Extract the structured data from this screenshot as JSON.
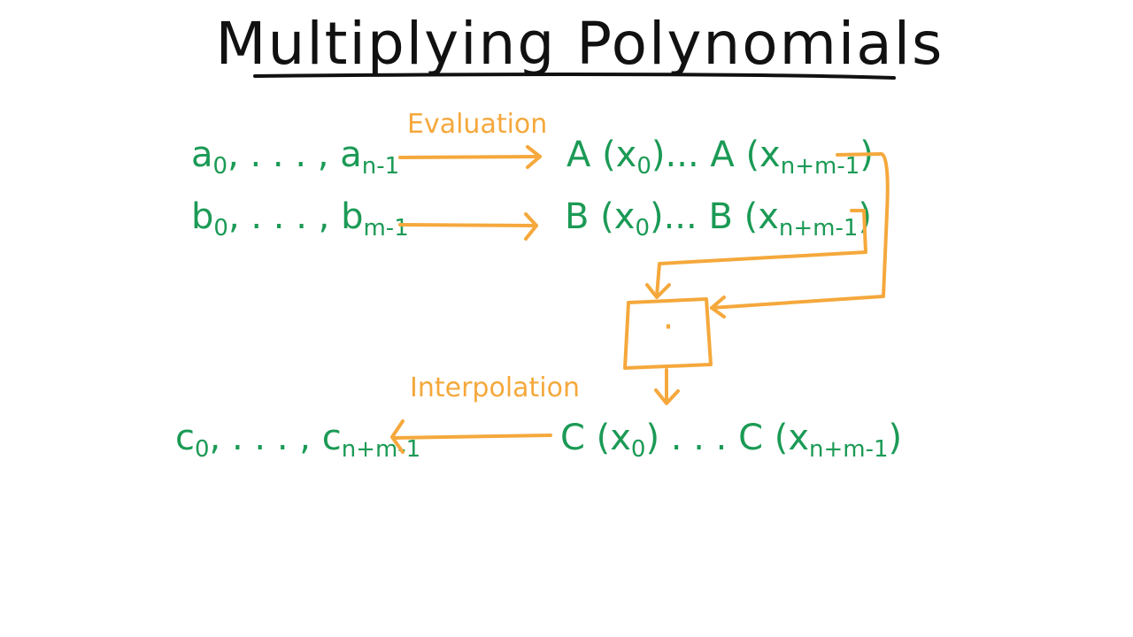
{
  "title": "Multiplying Polynomials",
  "labels": {
    "evaluation": "Evaluation",
    "interpolation": "Interpolation"
  },
  "operator": "·",
  "terms": {
    "a": {
      "base": "a",
      "first": "0",
      "sep": ", . . . , ",
      "last": "n-1"
    },
    "b": {
      "base": "b",
      "first": "0",
      "sep": ", . . . , ",
      "last": "m-1"
    },
    "c": {
      "base": "c",
      "first": "0",
      "sep": ", . . . , ",
      "last": "n+m-1"
    },
    "A": {
      "open": "A (x",
      "first": "0",
      "mid": ")... A (x",
      "last": "n+m-1",
      "close": ")"
    },
    "B": {
      "open": "B (x",
      "first": "0",
      "mid": ")... B (x",
      "last": "n+m-1",
      "close": ")"
    },
    "C": {
      "open": "C (x",
      "first": "0",
      "mid": ") . . . C (x",
      "last": "n+m-1",
      "close": ")"
    }
  },
  "colors": {
    "ink": "#111111",
    "green": "#1b9a55",
    "orange": "#f5a83c"
  }
}
